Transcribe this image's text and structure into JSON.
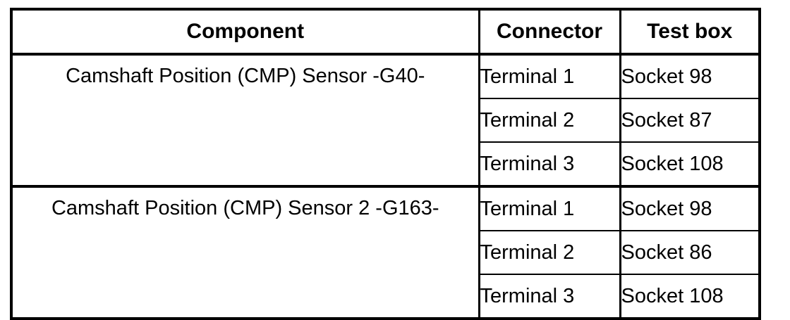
{
  "table": {
    "columns": [
      {
        "key": "component",
        "label": "Component",
        "align": "center"
      },
      {
        "key": "connector",
        "label": "Connector",
        "align": "center"
      },
      {
        "key": "testbox",
        "label": "Test box",
        "align": "center"
      }
    ],
    "groups": [
      {
        "component": "Camshaft Position (CMP) Sensor -G40-",
        "rows": [
          {
            "connector": "Terminal 1",
            "testbox": "Socket 98"
          },
          {
            "connector": "Terminal 2",
            "testbox": "Socket 87"
          },
          {
            "connector": "Terminal 3",
            "testbox": "Socket 108"
          }
        ]
      },
      {
        "component": "Camshaft Position (CMP) Sensor 2 -G163-",
        "rows": [
          {
            "connector": "Terminal 1",
            "testbox": "Socket 98"
          },
          {
            "connector": "Terminal 2",
            "testbox": "Socket 86"
          },
          {
            "connector": "Terminal 3",
            "testbox": "Socket 108"
          }
        ]
      }
    ]
  },
  "colors": {
    "background": "#ffffff",
    "text": "#000000",
    "border": "#000000"
  }
}
